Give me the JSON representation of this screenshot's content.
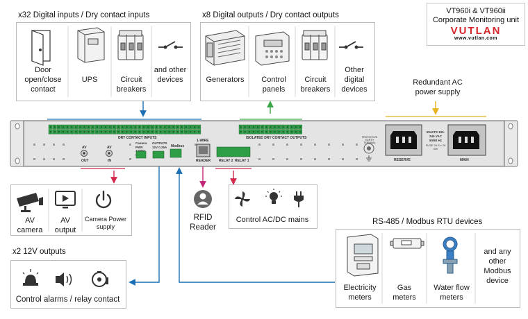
{
  "brand": {
    "model_line": "VT960i & VT960ii",
    "subtitle": "Corporate Monitoring unit",
    "logo": "VUTLAN",
    "url": "www.vutlan.com"
  },
  "inputs_group": {
    "title": "x32 Digital inputs / Dry contact inputs",
    "items": [
      {
        "label": "Door open/close contact",
        "icon": "door-icon"
      },
      {
        "label": "UPS",
        "icon": "ups-icon"
      },
      {
        "label": "Circuit breakers",
        "icon": "circuit-breaker-icon"
      },
      {
        "label": "and other devices",
        "icon": "switch-icon"
      }
    ]
  },
  "outputs_group": {
    "title": "x8 Digital outputs / Dry contact outputs",
    "items": [
      {
        "label": "Generators",
        "icon": "generator-icon"
      },
      {
        "label": "Control panels",
        "icon": "control-panel-icon"
      },
      {
        "label": "Circuit breakers",
        "icon": "circuit-breaker-icon"
      },
      {
        "label": "Other digital devices",
        "icon": "switch-icon"
      }
    ]
  },
  "power": {
    "label": "Redundant AC power supply"
  },
  "device_labels": {
    "dry_contact_inputs": "DRY CONTACT INPUTS",
    "isolated_outputs": "ISOLATED DRY CONTACT OUTPUTS",
    "av_out_title": "AV",
    "av_out": "OUT",
    "av_in_title": "AV",
    "av_in": "IN",
    "camera_pwr": "Camera PWR 12VDC 0.25A",
    "outputs_12v": "OUTPUTS 12V 0.25A",
    "modbus": "Modbus",
    "one_wire": "1-WIRE",
    "reader": "READER",
    "relay2": "RELAY 2",
    "relay1": "RELAY 1",
    "earth_note": "PROTECTIVE EARTH TERMINAL",
    "inlets": "INLETS 100-240 VAC 50/60 Hz",
    "fuse": "FUSE 2A 5 x 20 mm",
    "reserve": "RESERVE",
    "main": "MAIN"
  },
  "av_group": {
    "items": [
      {
        "label": "AV camera",
        "icon": "camera-icon"
      },
      {
        "label": "AV output",
        "icon": "monitor-icon"
      },
      {
        "label": "Camera Power supply",
        "icon": "power-icon"
      }
    ]
  },
  "rfid": {
    "label": "RFID Reader",
    "icon": "user-icon"
  },
  "control_ac": {
    "label": "Control AC/DC mains",
    "icons": [
      "fan-icon",
      "lamp-icon",
      "plug-icon"
    ]
  },
  "outputs_12v_group": {
    "title": "x2 12V outputs",
    "label": "Control alarms / relay contact",
    "icons": [
      "beacon-icon",
      "speaker-icon",
      "bell-icon"
    ]
  },
  "modbus_group": {
    "title": "RS-485 / Modbus RTU devices",
    "items": [
      {
        "label": "Electricity meters",
        "icon": "electricity-meter-icon"
      },
      {
        "label": "Gas meters",
        "icon": "gas-meter-icon"
      },
      {
        "label": "Water flow meters",
        "icon": "water-flow-meter-icon"
      },
      {
        "label": "and any other Modbus device",
        "icon": ""
      }
    ]
  },
  "colors": {
    "blue": "#1b6fb4",
    "green": "#3aa648",
    "yellow": "#e7b21f",
    "red": "#d2294d",
    "magenta": "#c2277a",
    "brand_red": "#d7262a",
    "terminal_green": "#2e9e46"
  }
}
